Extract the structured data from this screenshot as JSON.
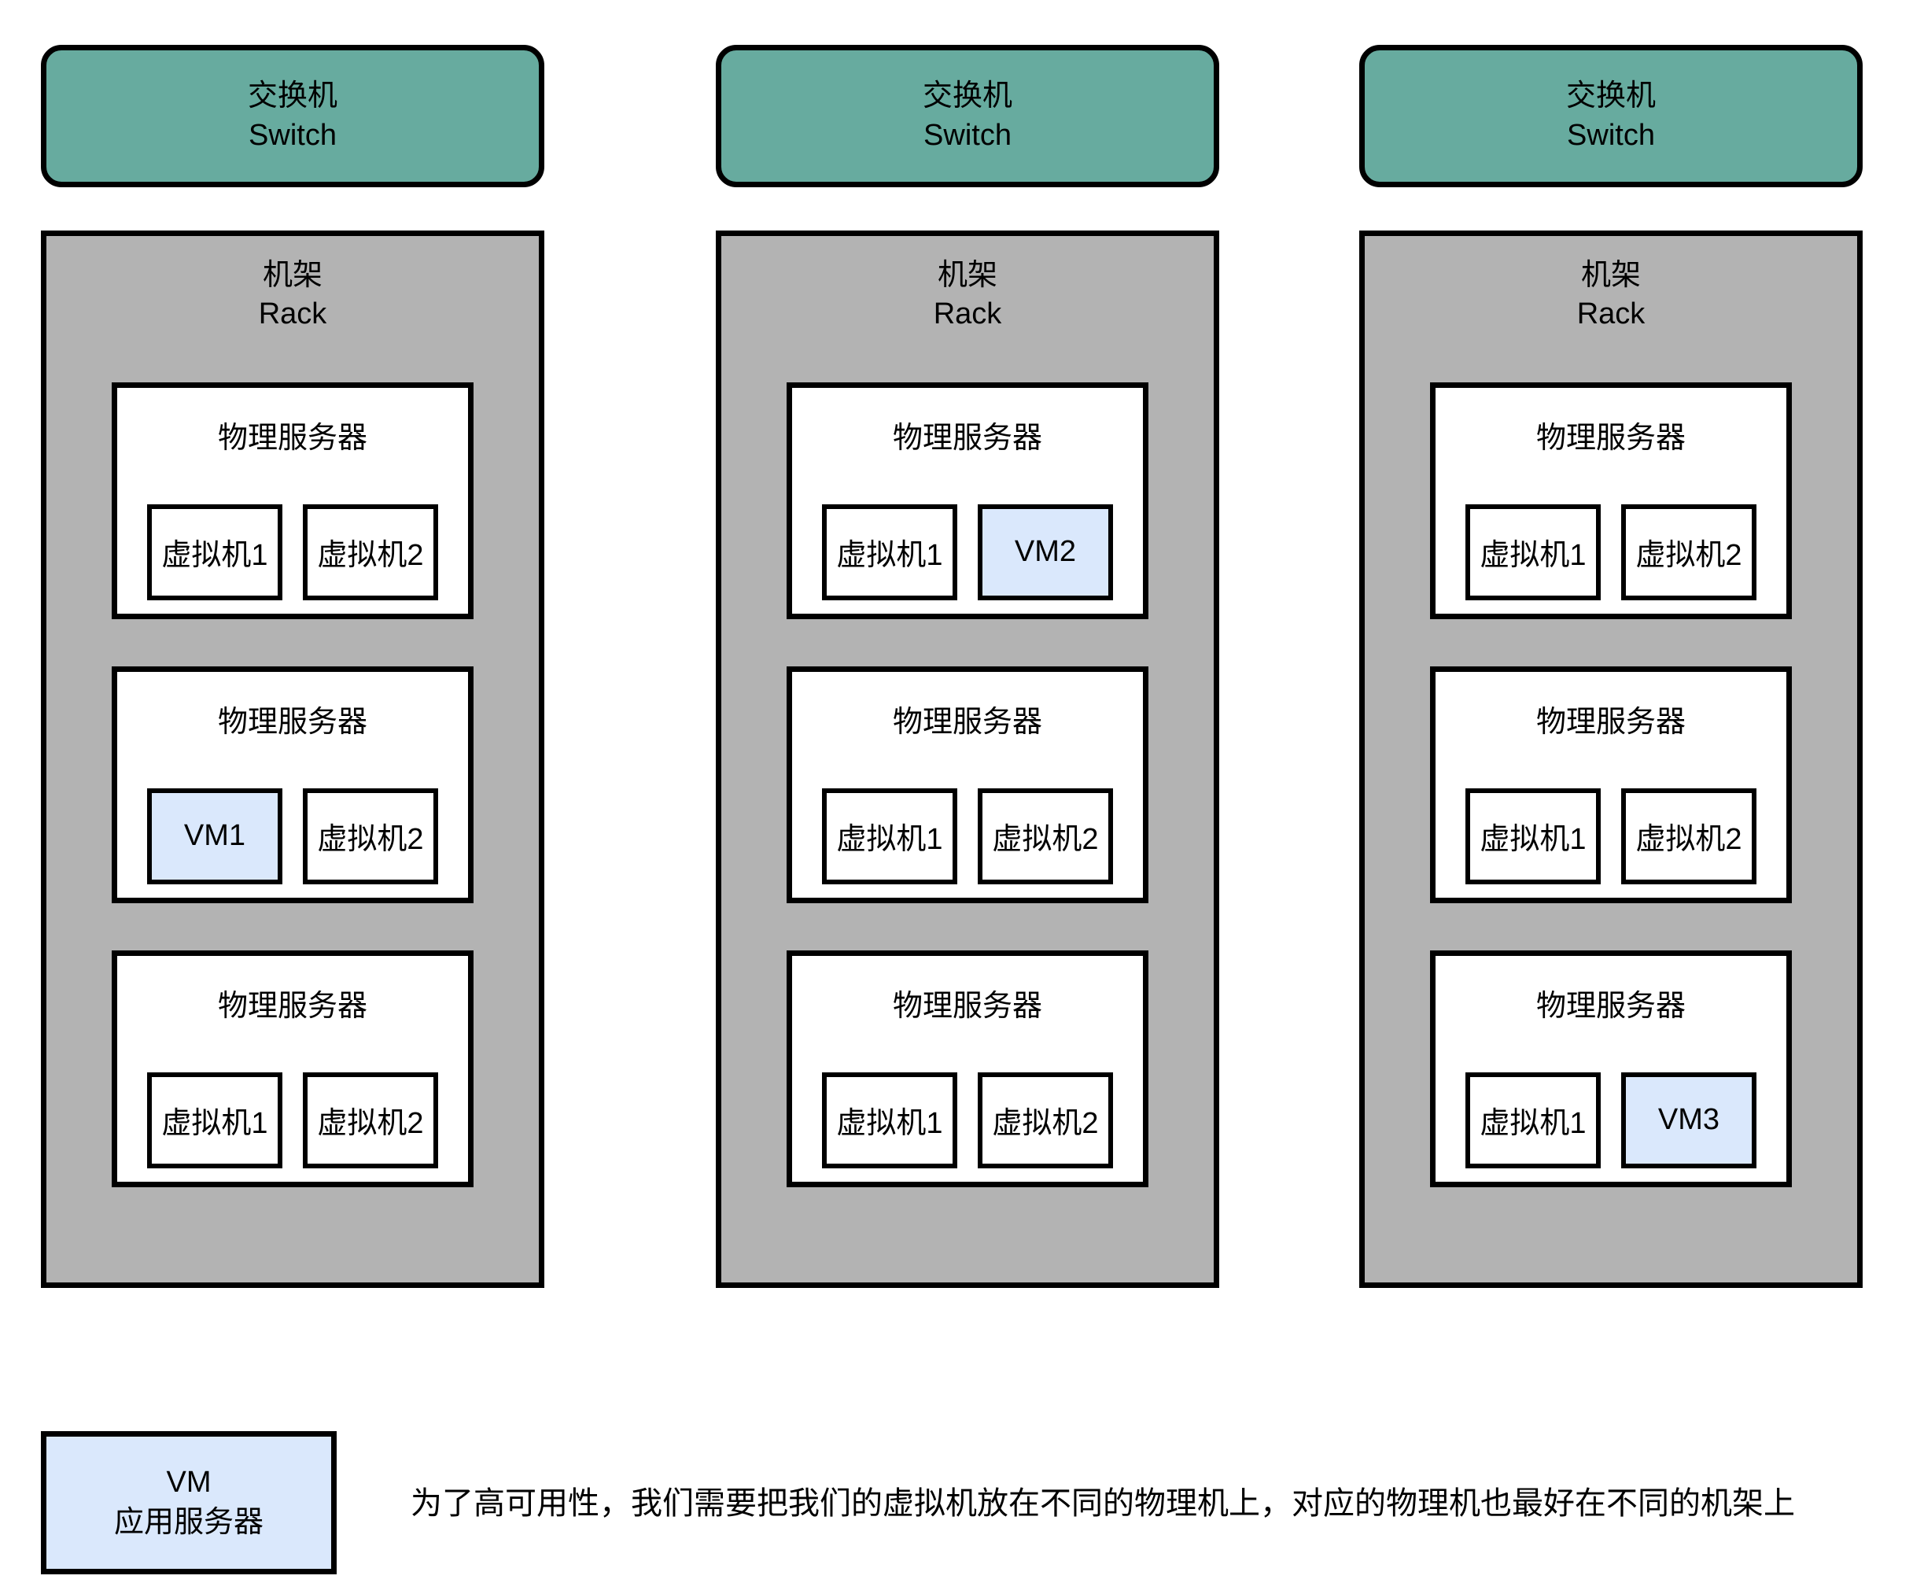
{
  "colors": {
    "switch_fill": "#67ab9f",
    "rack_fill": "#b3b3b3",
    "server_fill": "#ffffff",
    "vm_fill": "#ffffff",
    "vm_highlight_fill": "#dae8fc",
    "legend_fill": "#dae8fc",
    "border": "#000000",
    "background": "#ffffff"
  },
  "columns": [
    {
      "switch": {
        "line1": "交换机",
        "line2": "Switch"
      },
      "rack": {
        "line1": "机架",
        "line2": "Rack",
        "servers": [
          {
            "title": "物理服务器",
            "vms": [
              {
                "label": "虚拟机1",
                "highlight": false
              },
              {
                "label": "虚拟机2",
                "highlight": false
              }
            ]
          },
          {
            "title": "物理服务器",
            "vms": [
              {
                "label": "VM1",
                "highlight": true
              },
              {
                "label": "虚拟机2",
                "highlight": false
              }
            ]
          },
          {
            "title": "物理服务器",
            "vms": [
              {
                "label": "虚拟机1",
                "highlight": false
              },
              {
                "label": "虚拟机2",
                "highlight": false
              }
            ]
          }
        ]
      }
    },
    {
      "switch": {
        "line1": "交换机",
        "line2": "Switch"
      },
      "rack": {
        "line1": "机架",
        "line2": "Rack",
        "servers": [
          {
            "title": "物理服务器",
            "vms": [
              {
                "label": "虚拟机1",
                "highlight": false
              },
              {
                "label": "VM2",
                "highlight": true
              }
            ]
          },
          {
            "title": "物理服务器",
            "vms": [
              {
                "label": "虚拟机1",
                "highlight": false
              },
              {
                "label": "虚拟机2",
                "highlight": false
              }
            ]
          },
          {
            "title": "物理服务器",
            "vms": [
              {
                "label": "虚拟机1",
                "highlight": false
              },
              {
                "label": "虚拟机2",
                "highlight": false
              }
            ]
          }
        ]
      }
    },
    {
      "switch": {
        "line1": "交换机",
        "line2": "Switch"
      },
      "rack": {
        "line1": "机架",
        "line2": "Rack",
        "servers": [
          {
            "title": "物理服务器",
            "vms": [
              {
                "label": "虚拟机1",
                "highlight": false
              },
              {
                "label": "虚拟机2",
                "highlight": false
              }
            ]
          },
          {
            "title": "物理服务器",
            "vms": [
              {
                "label": "虚拟机1",
                "highlight": false
              },
              {
                "label": "虚拟机2",
                "highlight": false
              }
            ]
          },
          {
            "title": "物理服务器",
            "vms": [
              {
                "label": "虚拟机1",
                "highlight": false
              },
              {
                "label": "VM3",
                "highlight": true
              }
            ]
          }
        ]
      }
    }
  ],
  "legend": {
    "line1": "VM",
    "line2": "应用服务器"
  },
  "note": "为了高可用性，我们需要把我们的虚拟机放在不同的物理机上，对应的物理机也最好在不同的机架上"
}
